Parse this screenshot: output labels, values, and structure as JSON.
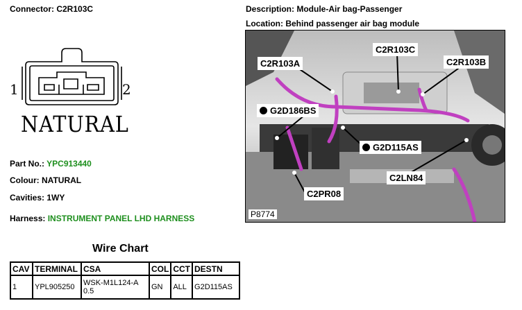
{
  "header": {
    "connector_label": "Connector:",
    "connector_value": "C2R103C",
    "description_label": "Description:",
    "description_value": "Module-Air bag-Passenger",
    "location_label": "Location:",
    "location_value": "Behind passenger air bag module"
  },
  "connector": {
    "pin_left": "1",
    "pin_right": "2",
    "colour_caption": "NATURAL"
  },
  "details": {
    "part_no_label": "Part No.:",
    "part_no_value": "YPC913440",
    "colour_label": "Colour:",
    "colour_value": "NATURAL",
    "cavities_label": "Cavities:",
    "cavities_value": "1WY",
    "harness_label": "Harness:",
    "harness_value": "INSTRUMENT PANEL LHD HARNESS"
  },
  "photo": {
    "callouts": {
      "c2r103a": "C2R103A",
      "c2r103c": "C2R103C",
      "c2r103b": "C2R103B",
      "g2d186bs": "G2D186BS",
      "g2d115as": "G2D115AS",
      "c2ln84": "C2LN84",
      "c2pr08": "C2PR08"
    },
    "reference": "P8774"
  },
  "wire_chart": {
    "title": "Wire Chart",
    "headers": [
      "CAV",
      "TERMINAL",
      "CSA",
      "COL",
      "CCT",
      "DESTN"
    ],
    "rows": [
      [
        "1",
        "YPL905250",
        "WSK-M1L124-A 0.5",
        "GN",
        "ALL",
        "G2D115AS"
      ]
    ]
  },
  "colors": {
    "accent_green": "#1e8f1e",
    "harness_magenta": "#c040c0"
  }
}
